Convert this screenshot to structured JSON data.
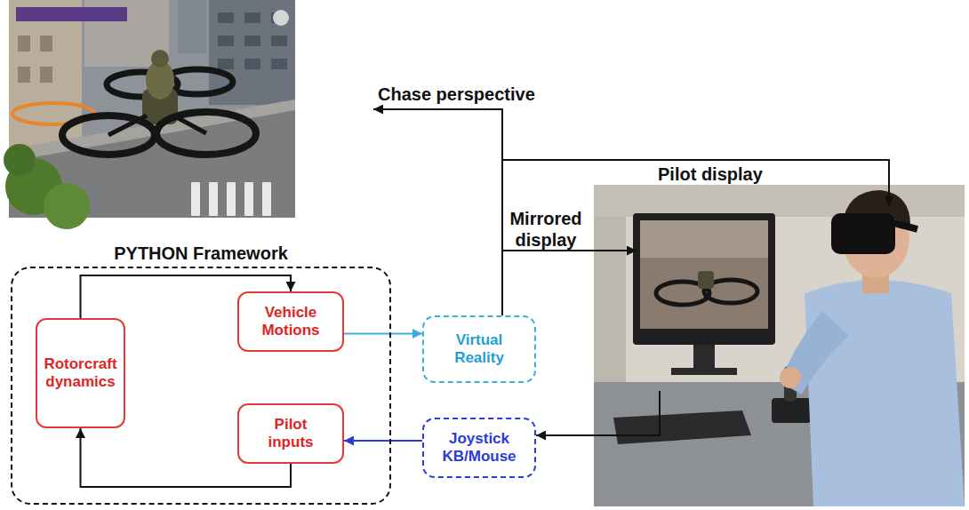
{
  "diagram": {
    "nodes": [
      {
        "text": [
          "PYTHON Framework"
        ]
      },
      {
        "text": [
          "Rotorcraft dynamics"
        ],
        "in": 0
      },
      {
        "text": [
          "Vehicle Motions"
        ],
        "in": 0
      },
      {
        "text": [
          "Pilot inputs"
        ],
        "in": 0
      },
      {
        "text": [
          "Virtual Reality"
        ]
      },
      {
        "text": [
          "Joystick KB/Mouse"
        ]
      }
    ],
    "edges": [
      {
        "from": 1,
        "to": 2,
        "arrow": "to"
      },
      {
        "from": 3,
        "to": 1,
        "arrow": "to"
      },
      {
        "from": 2,
        "to": 4,
        "arrow": "to"
      },
      {
        "from": 5,
        "to": 3,
        "arrow": "to"
      }
    ],
    "labels": [
      "Chase perspective",
      "Pilot display",
      "Mirrored display"
    ]
  }
}
